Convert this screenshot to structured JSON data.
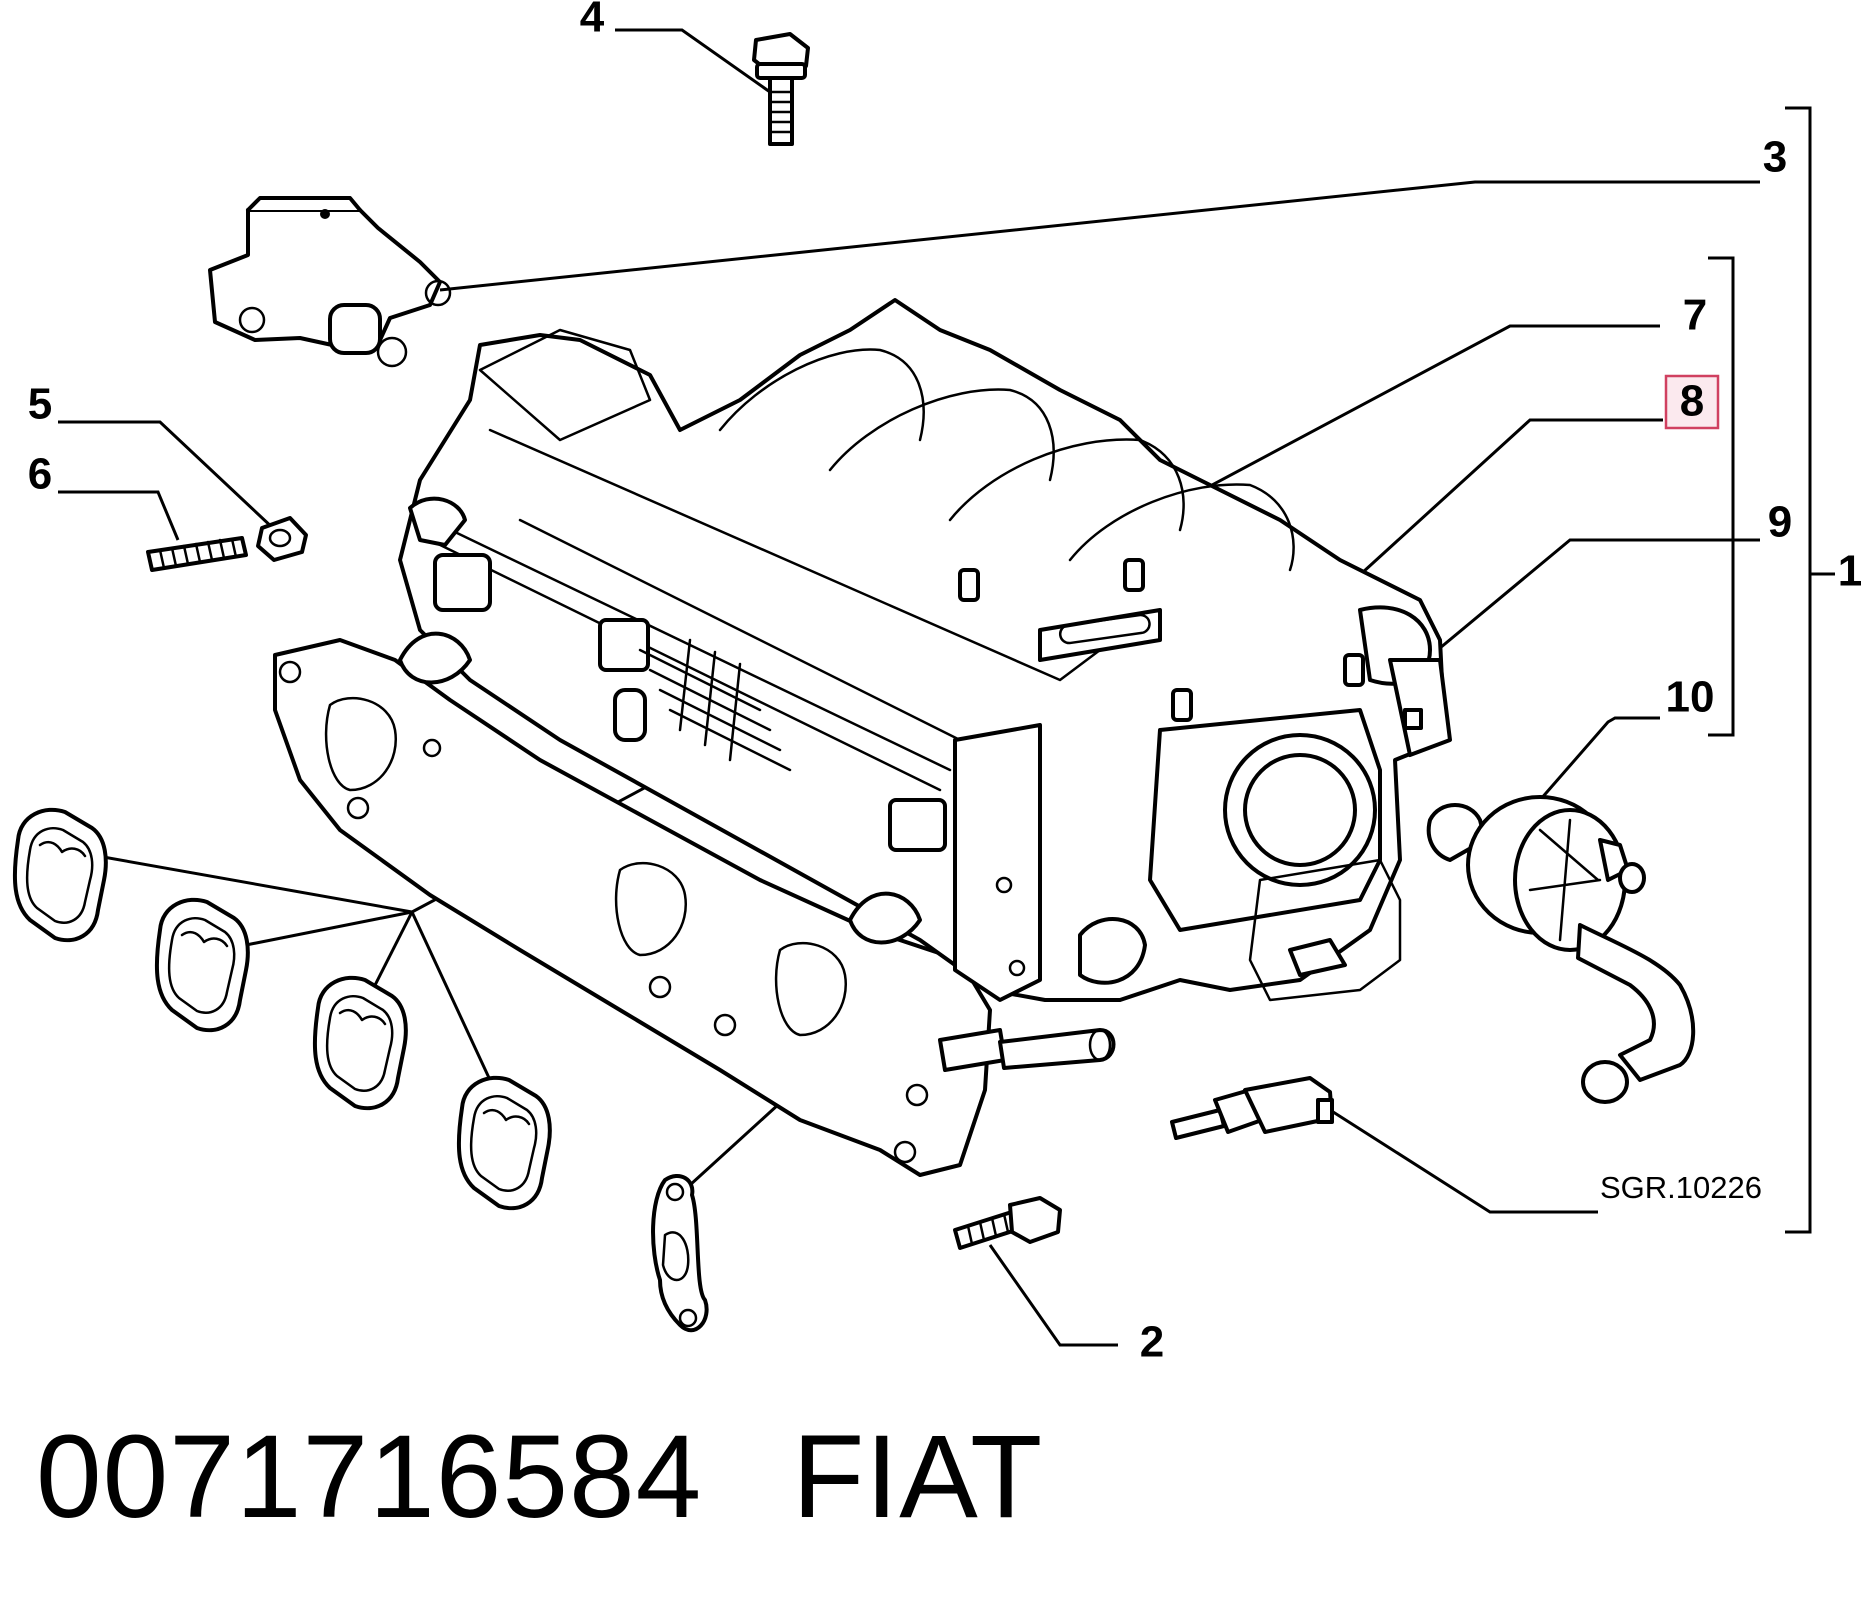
{
  "diagram": {
    "callouts": {
      "c1": "1",
      "c2": "2",
      "c3": "3",
      "c4": "4",
      "c5": "5",
      "c6": "6",
      "c7": "7",
      "c8": "8",
      "c9": "9",
      "c10": "10"
    },
    "highlighted_callout": "8",
    "highlight_color": "#d04060",
    "drawing_code": "SGR.10226"
  },
  "footer": {
    "part_number": "0071716584",
    "brand": "FIAT"
  }
}
